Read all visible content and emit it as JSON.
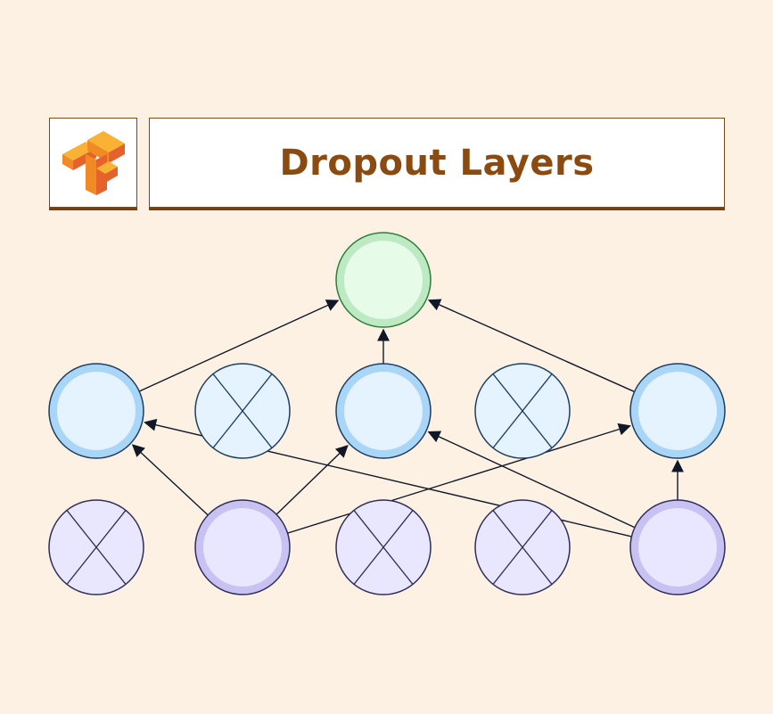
{
  "header": {
    "title": "Dropout Layers",
    "logo_icon": "tensorflow-logo-icon"
  },
  "colors": {
    "background": "#fdf1e3",
    "title_text": "#8b4a0f",
    "output_fill": "#e6fbe8",
    "output_ring": "#bde9c3",
    "output_stroke": "#2f7d3a",
    "hidden_fill": "#e4f3ff",
    "hidden_ring": "#a9d6f7",
    "hidden_stroke": "#1f3d60",
    "input_fill": "#e9e6ff",
    "input_ring": "#c8c2f2",
    "input_stroke": "#2d2d5a",
    "edge": "#101828"
  },
  "network": {
    "layers": [
      {
        "name": "output",
        "count": 1,
        "dropped": []
      },
      {
        "name": "hidden",
        "count": 5,
        "dropped": [
          1,
          3
        ]
      },
      {
        "name": "input",
        "count": 5,
        "dropped": [
          0,
          2,
          3
        ]
      }
    ],
    "edges": [
      {
        "from": [
          "hidden",
          0
        ],
        "to": [
          "output",
          0
        ]
      },
      {
        "from": [
          "hidden",
          2
        ],
        "to": [
          "output",
          0
        ]
      },
      {
        "from": [
          "hidden",
          4
        ],
        "to": [
          "output",
          0
        ]
      },
      {
        "from": [
          "input",
          1
        ],
        "to": [
          "hidden",
          0
        ]
      },
      {
        "from": [
          "input",
          1
        ],
        "to": [
          "hidden",
          2
        ]
      },
      {
        "from": [
          "input",
          1
        ],
        "to": [
          "hidden",
          4
        ]
      },
      {
        "from": [
          "input",
          4
        ],
        "to": [
          "hidden",
          0
        ]
      },
      {
        "from": [
          "input",
          4
        ],
        "to": [
          "hidden",
          2
        ]
      },
      {
        "from": [
          "input",
          4
        ],
        "to": [
          "hidden",
          4
        ]
      }
    ]
  }
}
